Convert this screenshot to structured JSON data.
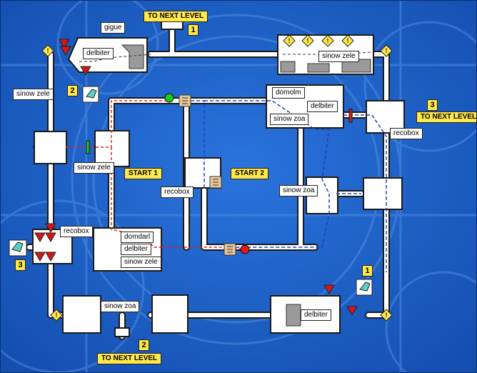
{
  "map": {
    "rooms": {
      "gigue": "gigue",
      "delbiter_top": "delbiter",
      "sinow_zele_top": "sinow zele",
      "sinow_zele_left_corridor": "sinow zele",
      "domolm": "domolm",
      "delbiter_center": "delbiter",
      "sinow_zoa_center": "sinow zoa",
      "recobox_right": "recobox",
      "sinow_zele_left_room": "sinow zele",
      "recobox_center": "recobox",
      "sinow_zoa_right": "sinow zoa",
      "recobox_left": "recobox",
      "domdarl": "domdarl",
      "delbiter_lower": "delbiter",
      "sinow_zele_lower": "sinow zele",
      "sinow_zoa_bottom": "sinow zoa",
      "delbiter_bottom_right": "delbiter"
    },
    "exits": {
      "top": {
        "label": "TO NEXT LEVEL",
        "number": "1"
      },
      "right": {
        "label": "TO NEXT LEVEL",
        "number": "3"
      },
      "bottom": {
        "label": "TO NEXT LEVEL",
        "number": "2"
      }
    },
    "starts": {
      "start1": "START 1",
      "start2": "START 2"
    },
    "key_numbers": {
      "top_left": "2",
      "left": "3",
      "bottom_right": "1"
    },
    "colors": {
      "background": "#1b5fc8",
      "corridor": "#ffffff",
      "path_start1": "#e02020",
      "path_start2": "#2040c0",
      "label_highlight": "#ffe84a",
      "enemy_marker": "#d01818",
      "door_green": "#1ec81e",
      "door_red": "#e01818"
    },
    "icons": [
      "warning-icon",
      "enemy-marker-icon",
      "key-icon",
      "switch-icon",
      "door-icon"
    ]
  }
}
